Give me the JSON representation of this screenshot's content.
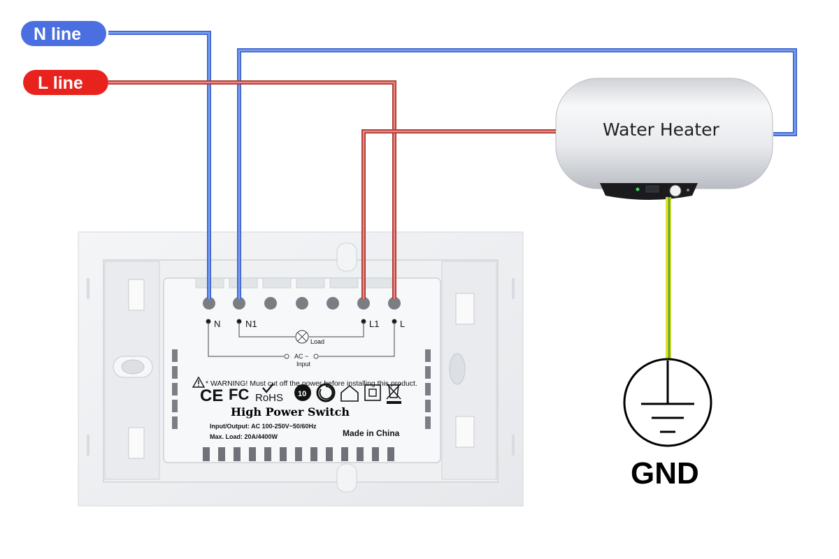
{
  "labels": {
    "n_line": "N line",
    "l_line": "L line",
    "heater": "Water Heater",
    "gnd": "GND"
  },
  "terminals": {
    "n": "N",
    "n1": "N1",
    "l1": "L1",
    "l": "L",
    "load": "Load",
    "ac": "AC ~",
    "input": "Input"
  },
  "switch_label": {
    "warning": "* WARNING! Must cut off the power before installing this product.",
    "title": "High Power Switch",
    "io": "Input/Output: AC 100-250V~50/60Hz",
    "max_load": "Max. Load: 20A/4400W",
    "made_in": "Made in China",
    "cert_ce": "CE",
    "cert_fc": "FC",
    "cert_rohs": "RoHS",
    "cert_10": "10"
  },
  "colors": {
    "n_wire": "#5b84e8",
    "l_wire": "#c9463e",
    "n_pill": "#4b6fe0",
    "l_pill": "#e8231e",
    "ground_wire_yellow": "#e6e22a",
    "ground_wire_green": "#5aa83a"
  }
}
